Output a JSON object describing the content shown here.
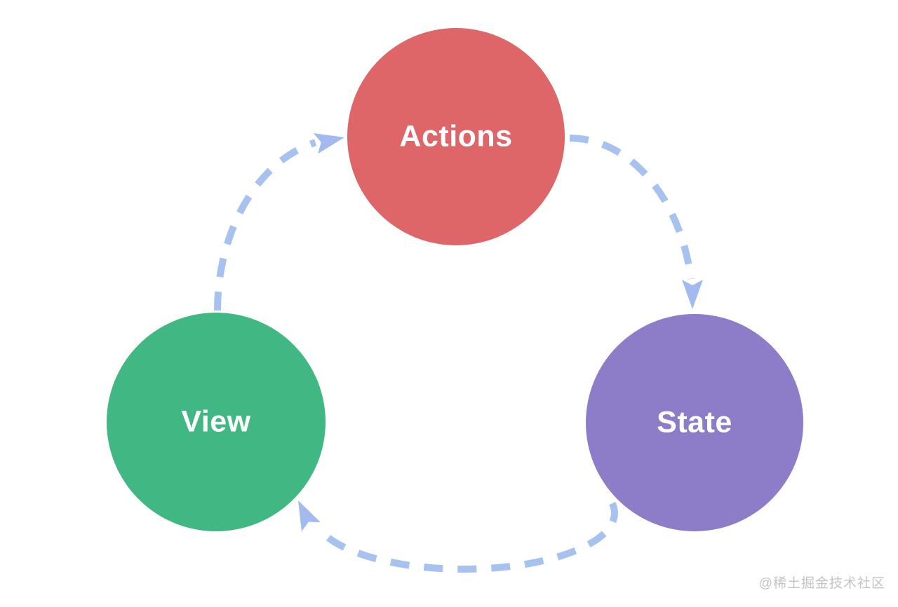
{
  "diagram": {
    "description": "one-way data flow cycle",
    "nodes": [
      {
        "id": "actions",
        "label": "Actions",
        "color": "#DE6568",
        "text_color": "#FFFFFF"
      },
      {
        "id": "state",
        "label": "State",
        "color": "#8D7CC7",
        "text_color": "#FFFFFF"
      },
      {
        "id": "view",
        "label": "View",
        "color": "#41B883",
        "text_color": "#FFFFFF"
      }
    ],
    "edges": [
      {
        "from": "Actions",
        "to": "State"
      },
      {
        "from": "State",
        "to": "View"
      },
      {
        "from": "View",
        "to": "Actions"
      }
    ],
    "arrow": {
      "dash_color": "#A8C2F0",
      "head_color": "#A3BAEE"
    }
  },
  "watermark": {
    "text": "@稀土掘金技术社区",
    "color": "#C4C4C4"
  }
}
